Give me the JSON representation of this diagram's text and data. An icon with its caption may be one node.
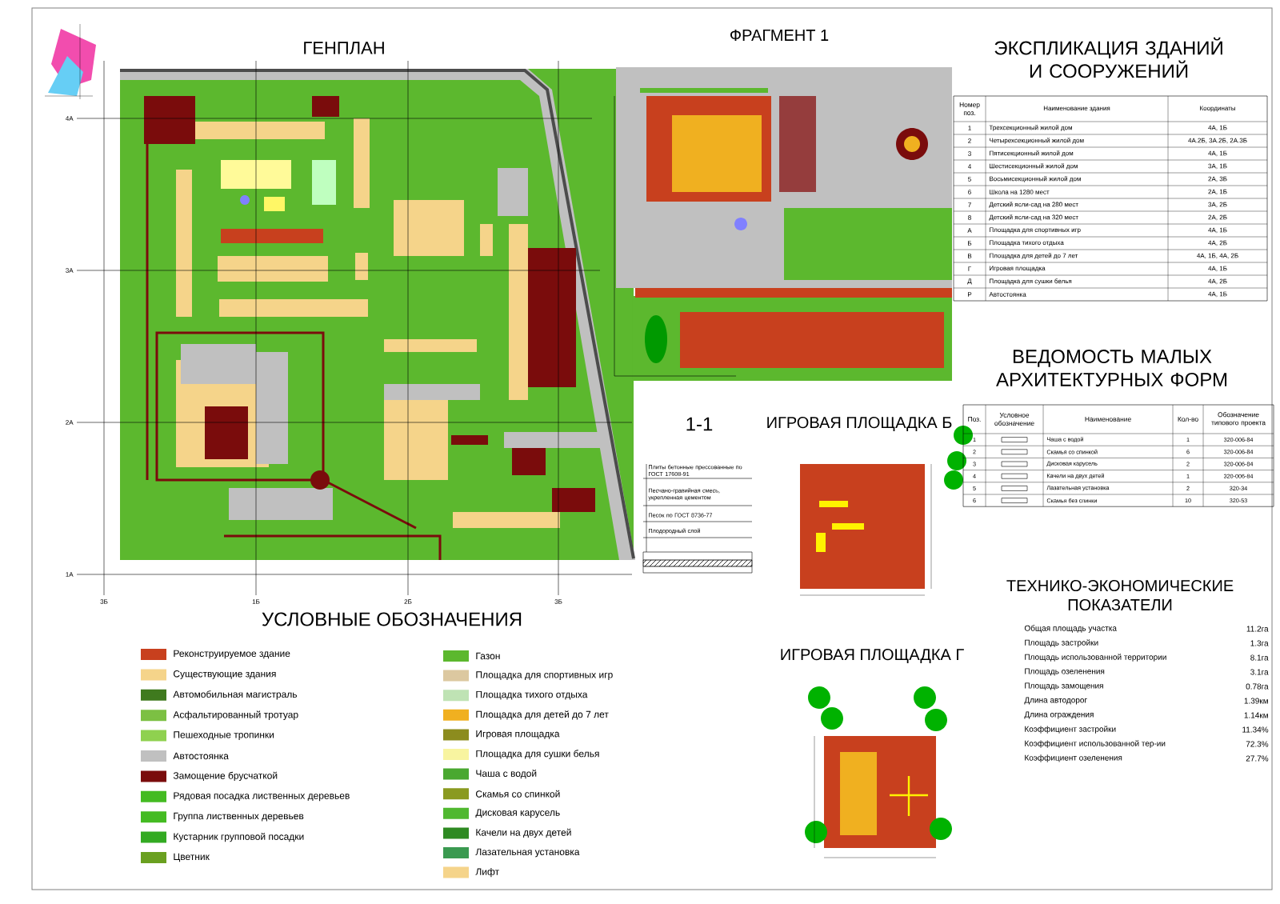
{
  "diagram": {
    "labels": [
      "ГЕНПЛАН",
      "ФРАГМЕНТ 1",
      "ЭКСПЛИКАЦИЯ ЗДАНИЙ И СООРУЖЕНИЙ",
      "Номер поз.",
      "Наименование здания",
      "Координаты",
      "1",
      "Трехсекционный жилой дом",
      "4А, 1Б",
      "2",
      "Четырехсекционный жилой дом",
      "4А.2Б, 3А.2Б, 2А.3Б",
      "3",
      "Пятисекционный жилой дом",
      "4А, 1Б",
      "4",
      "Шестисекционный жилой дом",
      "3А, 1Б",
      "5",
      "Восьмисекционный жилой дом",
      "2А, 3Б",
      "6",
      "Школа на 1280 мест",
      "2А, 1Б",
      "7",
      "Детский ясли-сад на 280 мест",
      "3А, 2Б",
      "8",
      "Детский ясли-сад на 320 мест",
      "2А, 2Б",
      "А",
      "Площадка для спортивных игр",
      "4А, 1Б",
      "Б",
      "Площадка тихого отдыха",
      "4А, 2Б",
      "В",
      "Площадка для детей до 7 лет",
      "4А, 1Б, 4А, 2Б",
      "Г",
      "Игровая площадка",
      "4А, 1Б",
      "Д",
      "Площадка для сушки белья",
      "4А, 2Б",
      "Р",
      "Автостоянка",
      "4А, 1Б",
      "ВЕДОМОСТЬ МАЛЫХ АРХИТЕКТУРНЫХ ФОРМ",
      "Поз.",
      "Условное обозначение",
      "Наименование",
      "Кол-во",
      "Обозначение типового проекта",
      "1",
      "Чаша с водой",
      "1",
      "320-006-84",
      "2",
      "Скамья со спинкой",
      "6",
      "320-006-84",
      "3",
      "Дисковая карусель",
      "2",
      "320-006-84",
      "4",
      "Качели на двух детей",
      "1",
      "320-006-84",
      "5",
      "Лазательная установка",
      "2",
      "320-34",
      "6",
      "Скамья без спинки",
      "10",
      "320-53",
      "1-1",
      "ИГРОВАЯ ПЛОЩАДКА Б",
      "Плиты бетонные прессованные по ГОСТ 17608-91",
      "Песчано-гравийная смесь, укрепленная цементом",
      "Песок по ГОСТ 8736-77",
      "Плодородный слой",
      "ТЕХНИКО-ЭКОНОМИЧЕСКИЕ ПОКАЗАТЕЛИ",
      "Общая площадь участка",
      "11.2га",
      "Площадь застройки",
      "1.3га",
      "Площадь использованной территории",
      "8.1га",
      "Площадь озеленения",
      "3.1га",
      "Площадь замощения",
      "0.78га",
      "Длина автодорог",
      "1.39км",
      "Длина ограждения",
      "1.14км",
      "Коэффициент застройки",
      "11.34%",
      "Коэффициент использованной тер-ии",
      "72.3%",
      "Коэффициент озеленения",
      "27.7%",
      "ИГРОВАЯ ПЛОЩАДКА Г",
      "УСЛОВНЫЕ ОБОЗНАЧЕНИЯ",
      "4А",
      "3А",
      "2А",
      "1А",
      "3Б",
      "1Б",
      "2Б",
      "3Б"
    ],
    "legend": [
      {
        "text": "Реконструируемое здание",
        "color": "#c8401e"
      },
      {
        "text": "Существующие здания",
        "color": "#f5d48a"
      },
      {
        "text": "Автомобильная магистраль",
        "color": "#3f7a1e"
      },
      {
        "text": "Асфальтированный тротуар",
        "color": "#7cc043"
      },
      {
        "text": "Пешеходные тропинки",
        "color": "#8fd14f"
      },
      {
        "text": "Автостоянка",
        "color": "#c0c0c0"
      },
      {
        "text": "Замощение брусчаткой",
        "color": "#7a0c0c"
      },
      {
        "text": "Рядовая посадка лиственных деревьев",
        "color": "#44bb22"
      },
      {
        "text": "Группа лиственных деревьев",
        "color": "#44bb22"
      },
      {
        "text": "Кустарник групповой посадки",
        "color": "#33aa22"
      },
      {
        "text": "Цветник",
        "color": "#6aa020"
      },
      {
        "text": "Газон",
        "color": "#5cb82e"
      },
      {
        "text": "Площадка для спортивных игр",
        "color": "#dcc8a0"
      },
      {
        "text": "Площадка тихого отдыха",
        "color": "#bfe3b4"
      },
      {
        "text": "Площадка для детей до 7 лет",
        "color": "#f0b020"
      },
      {
        "text": "Игровая площадка",
        "color": "#8c8c1e"
      },
      {
        "text": "Площадка для сушки белья",
        "color": "#f8f4a0"
      },
      {
        "text": "Чаша с водой",
        "color": "#4aa830"
      },
      {
        "text": "Скамья со спинкой",
        "color": "#8a9a20"
      },
      {
        "text": "Дисковая карусель",
        "color": "#50b830"
      },
      {
        "text": "Качели на двух детей",
        "color": "#2e8a22"
      },
      {
        "text": "Лазательная установка",
        "color": "#3a9a50"
      },
      {
        "text": "Лифт",
        "color": "#f5d48a"
      }
    ]
  }
}
